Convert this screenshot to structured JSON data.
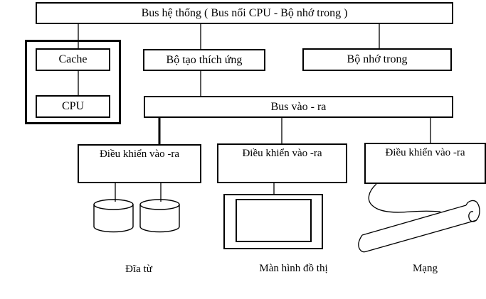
{
  "diagram": {
    "title": "Bus hệ thống ( Bus nối CPU - Bộ nhớ trong )",
    "boxes": {
      "system_bus": "Bus hệ thống ( Bus nối CPU - Bộ nhớ trong )",
      "cache": "Cache",
      "cpu": "CPU",
      "adapter": "Bộ tạo thích ứng",
      "internal_memory": "Bộ nhớ trong",
      "io_bus": "Bus vào - ra",
      "io_controllers": [
        "Điều khiển vào -ra",
        "Điều khiển vào -ra",
        "Điều khiển vào -ra"
      ]
    },
    "peripheral_labels": {
      "disk": "Đĩa từ",
      "display": "Màn hình đồ thị",
      "network": "Mạng"
    },
    "colors": {
      "line": "#000000",
      "background": "#ffffff"
    }
  }
}
